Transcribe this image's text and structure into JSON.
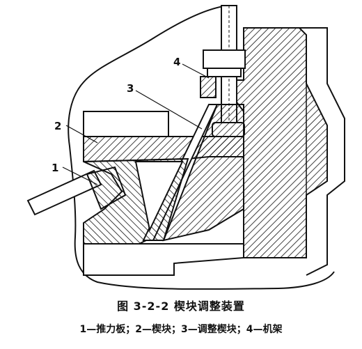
{
  "figure": {
    "caption": "图 3-2-2  楔块调整装置",
    "legend": "1—推力板；2—楔块；3—调整楔块；4—机架",
    "callouts": [
      {
        "id": "1",
        "text": "1"
      },
      {
        "id": "2",
        "text": "2"
      },
      {
        "id": "3",
        "text": "3"
      },
      {
        "id": "4",
        "text": "4"
      }
    ]
  },
  "style": {
    "line_color": "#111111",
    "paper_color": "#ffffff"
  }
}
